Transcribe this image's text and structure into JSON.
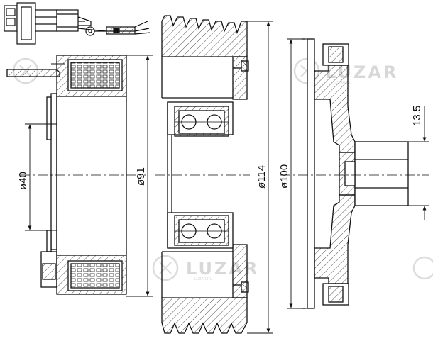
{
  "drawing": {
    "title": "",
    "watermark": {
      "brand": "LUZAR",
      "sub": "LUZAR.RU"
    },
    "dimensions": {
      "coil_inner_diameter": "ø40",
      "coil_outer_diameter": "ø91",
      "pulley_diameter": "ø114",
      "hub_diameter": "ø100",
      "hub_step": "13.5"
    }
  }
}
